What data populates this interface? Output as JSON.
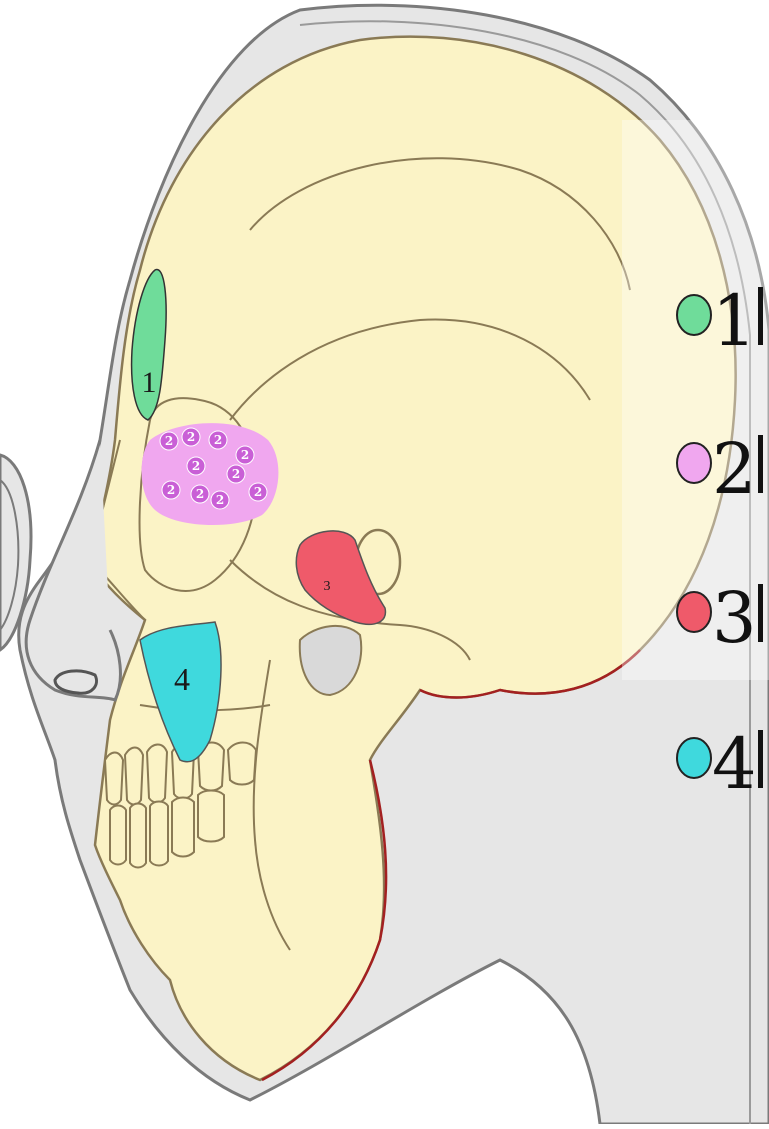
{
  "figure": {
    "subject": "Lateral view of human skull inside head outline showing paranasal sinuses",
    "colors": {
      "background": "#ffffff",
      "skin": "#e6e6e6",
      "skin_outline": "#7a7a7a",
      "bone": "#fbf3c6",
      "bone_outline": "#8a7a55",
      "bone_accent": "#a32020",
      "frontal": "#6fdc9a",
      "ethmoid": "#f0a7ef",
      "ethmoid_cell": "#c95fd6",
      "sphenoid": "#ef5a6a",
      "maxillary": "#3fd9dd"
    }
  },
  "regions": [
    {
      "number": "1",
      "color": "#6fdc9a"
    },
    {
      "number": "2",
      "color": "#f0a7ef"
    },
    {
      "number": "3",
      "color": "#ef5a6a"
    },
    {
      "number": "4",
      "color": "#3fd9dd"
    }
  ],
  "ethmoid_cell_label": "2",
  "legend": [
    {
      "number": "1",
      "color": "#6fdc9a"
    },
    {
      "number": "2",
      "color": "#f0a7ef"
    },
    {
      "number": "3",
      "color": "#ef5a6a"
    },
    {
      "number": "4",
      "color": "#3fd9dd"
    }
  ]
}
